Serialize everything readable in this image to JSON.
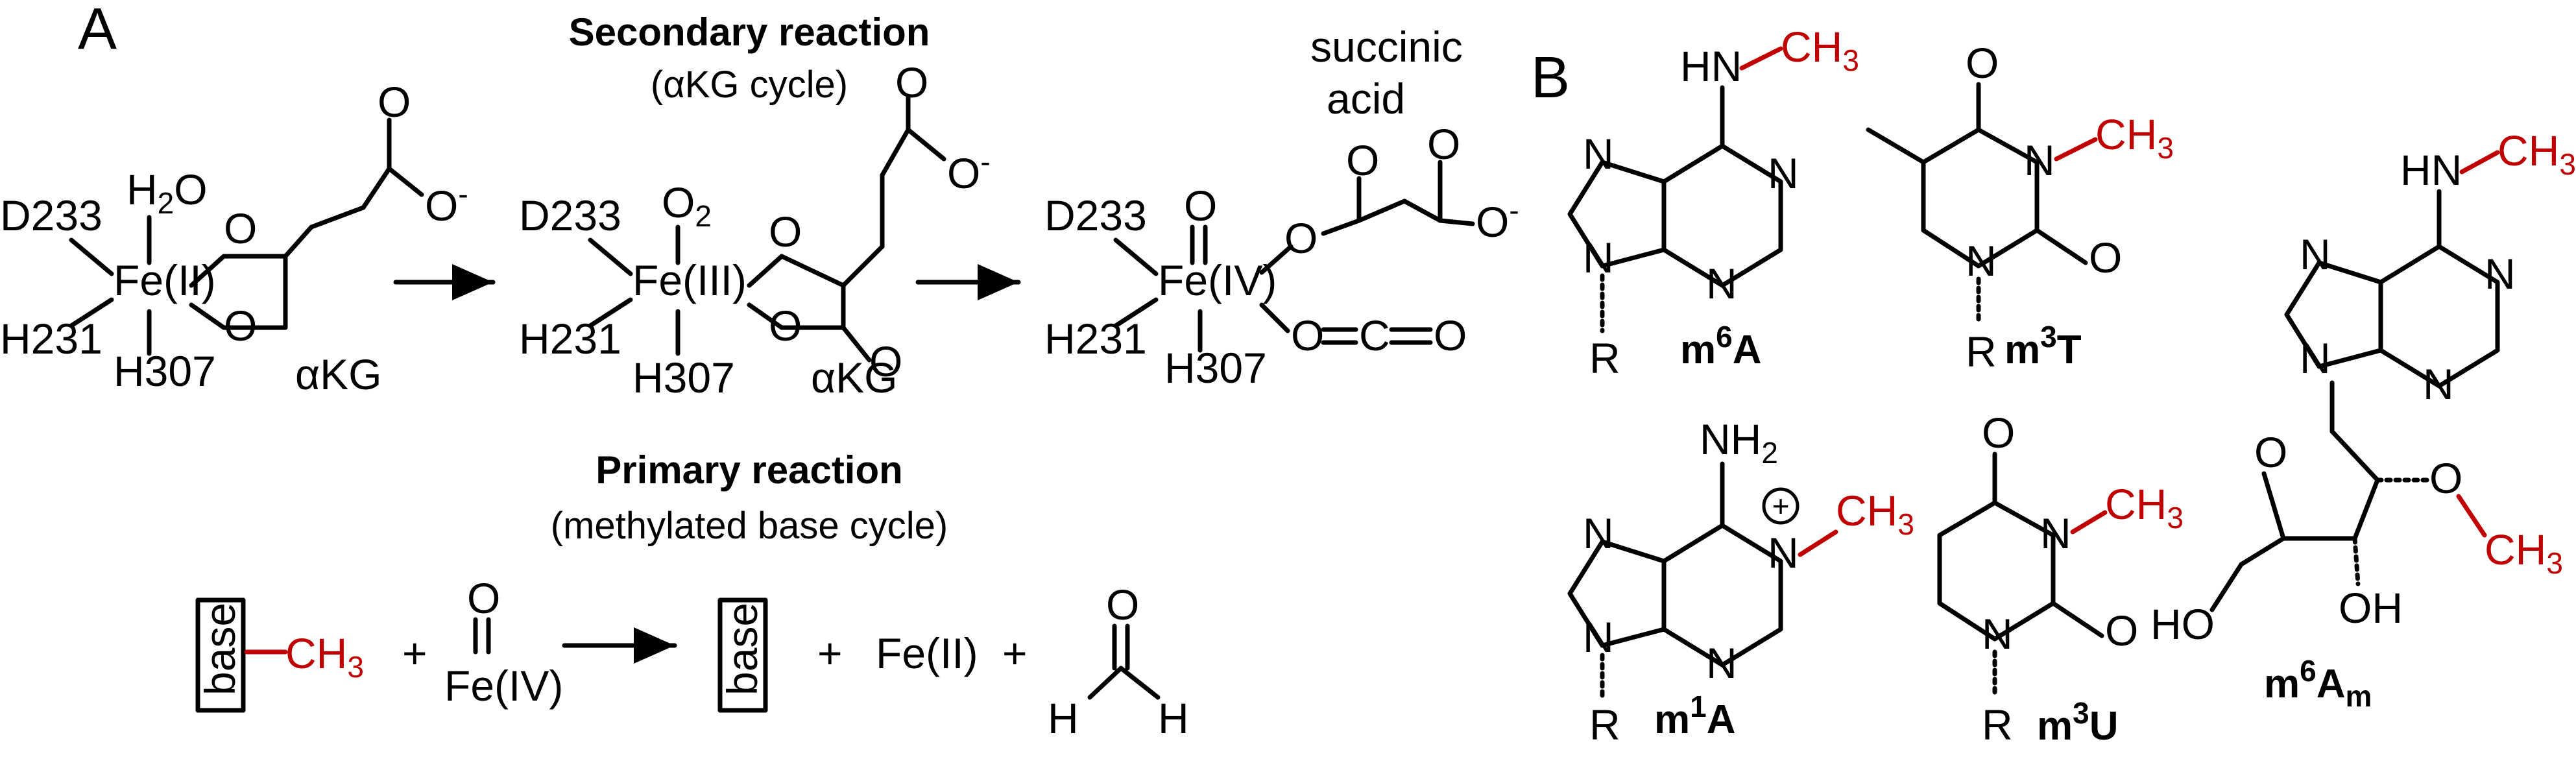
{
  "panels": {
    "a": "A",
    "b": "B"
  },
  "secondary": {
    "title": "Secondary reaction",
    "subtitle": "(αKG cycle)"
  },
  "primary": {
    "title": "Primary reaction",
    "subtitle": "(methylated base cycle)"
  },
  "complex1": {
    "metal": "Fe(II)",
    "water": "H",
    "water_sub": "2",
    "water_end": "O",
    "d": "D233",
    "h1": "H231",
    "h2": "H307",
    "o1": "O",
    "o2": "O",
    "o3": "O",
    "o4": "O",
    "charge": "-",
    "ligand": "αKG"
  },
  "complex2": {
    "metal": "Fe(III)",
    "oxy": "O",
    "oxy_sub": "2",
    "d": "D233",
    "h1": "H231",
    "h2": "H307",
    "o1": "O",
    "o2": "O",
    "o3": "O",
    "o4": "O",
    "o5": "O",
    "charge": "-",
    "ligand": "αKG"
  },
  "complex3": {
    "metal": "Fe(IV)",
    "d": "D233",
    "h1": "H231",
    "h2": "H307",
    "oxo": "O",
    "o1": "O",
    "o2": "O",
    "o3": "O",
    "o4": "O",
    "co2_o1": "O",
    "co2_c": "C",
    "co2_o2": "O",
    "charge": "-",
    "label_line1": "succinic",
    "label_line2": "acid"
  },
  "primary_eq": {
    "base1": "base",
    "methyl": "CH",
    "methyl_sub": "3",
    "plus1": "+",
    "ferryl_o": "O",
    "ferryl": "Fe(IV)",
    "base2": "base",
    "plus2": "+",
    "fe2": "Fe(II)",
    "plus3": "+",
    "form_o": "O",
    "form_h1": "H",
    "form_h2": "H"
  },
  "structures": {
    "m6A": {
      "name": "m",
      "sup": "6",
      "end": "A",
      "nh": "HN",
      "methyl": "CH",
      "methyl_sub": "3",
      "n1": "N",
      "n2": "N",
      "n3": "N",
      "n4": "N",
      "r": "R"
    },
    "m3T": {
      "name": "m",
      "sup": "3",
      "end": "T",
      "o1": "O",
      "o2": "O",
      "n1": "N",
      "n2": "N",
      "methyl": "CH",
      "methyl_sub": "3",
      "r": "R"
    },
    "m6Am": {
      "name": "m",
      "sup": "6",
      "end": "A",
      "subscript": "m",
      "nh": "HN",
      "methyl": "CH",
      "methyl_sub": "3",
      "n1": "N",
      "n2": "N",
      "n3": "N",
      "n4": "N",
      "o_ring": "O",
      "o_me": "O",
      "me2": "CH",
      "me2_sub": "3",
      "ho": "HO",
      "oh": "OH"
    },
    "m1A": {
      "name": "m",
      "sup": "1",
      "end": "A",
      "nh2": "NH",
      "nh2_sub": "2",
      "plus": "+",
      "methyl": "CH",
      "methyl_sub": "3",
      "n1": "N",
      "n2": "N",
      "n3": "N",
      "n4": "N",
      "r": "R"
    },
    "m3U": {
      "name": "m",
      "sup": "3",
      "end": "U",
      "o1": "O",
      "o2": "O",
      "n1": "N",
      "n2": "N",
      "methyl": "CH",
      "methyl_sub": "3",
      "r": "R"
    }
  }
}
